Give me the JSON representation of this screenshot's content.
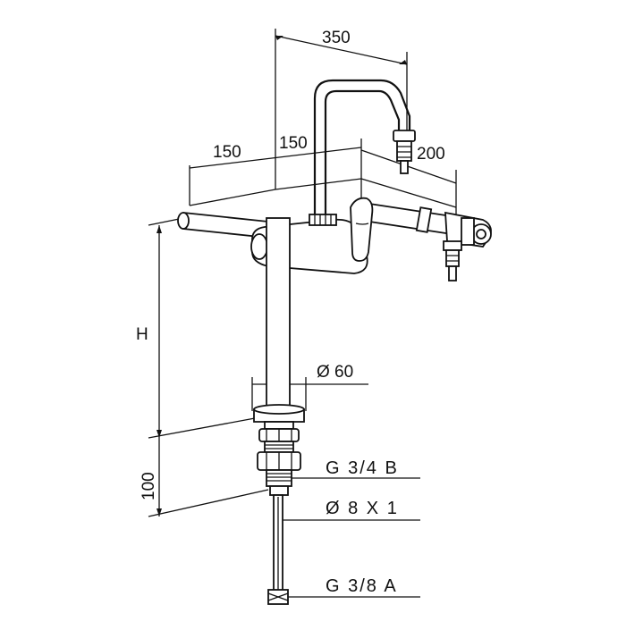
{
  "dimensions": {
    "width_total": "350",
    "arm_left": "150",
    "arm_mid": "150",
    "offset": "200",
    "height": "H",
    "column_diameter": "Ø 60",
    "lower_length": "100"
  },
  "specs": {
    "thread_upper": "G 3/4 B",
    "pipe_size": "Ø 8 X 1",
    "thread_lower": "G 3/8 A"
  }
}
